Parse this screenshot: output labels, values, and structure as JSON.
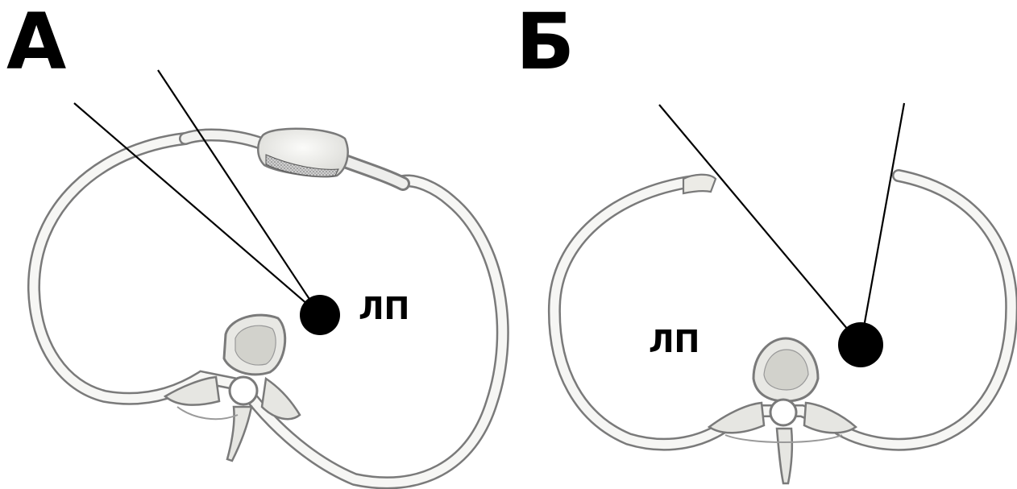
{
  "panels": [
    {
      "letter": "А",
      "organ_label": "ЛП"
    },
    {
      "letter": "Б",
      "organ_label": "ЛП"
    }
  ],
  "colors": {
    "bone_fill": "#f4f4f2",
    "bone_stroke": "#7a7a7a",
    "line": "#000000",
    "dot": "#000000"
  }
}
